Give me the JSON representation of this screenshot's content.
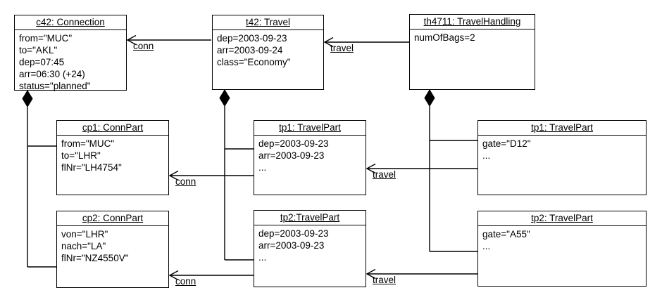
{
  "diagram": {
    "type": "uml-object-diagram",
    "colors": {
      "line": "#000000",
      "background": "#ffffff",
      "box_fill": "#ffffff",
      "text": "#000000"
    },
    "objects": {
      "c42": {
        "title": "c42: Connection",
        "attrs": [
          "from=\"MUC\"",
          "to=\"AKL\"",
          "dep=07:45",
          "arr=06:30 (+24)",
          "status=\"planned\""
        ]
      },
      "t42": {
        "title": "t42: Travel",
        "attrs": [
          "dep=2003-09-23",
          "arr=2003-09-24",
          "class=\"Economy\""
        ]
      },
      "th4711": {
        "title": "th4711: TravelHandling",
        "attrs": [
          "numOfBags=2"
        ]
      },
      "cp1": {
        "title": "cp1: ConnPart",
        "attrs": [
          "from=\"MUC\"",
          "to=\"LHR\"",
          "flNr=\"LH4754\""
        ]
      },
      "tp1_center": {
        "title": "tp1: TravelPart",
        "attrs": [
          "dep=2003-09-23",
          "arr=2003-09-23",
          "..."
        ]
      },
      "tp1_right": {
        "title": "tp1: TravelPart",
        "attrs": [
          "gate=\"D12\"",
          "..."
        ]
      },
      "cp2": {
        "title": "cp2: ConnPart",
        "attrs": [
          "von=\"LHR\"",
          "nach=\"LA\"",
          "flNr=\"NZ4550V\""
        ]
      },
      "tp2_center": {
        "title": "tp2:TravelPart",
        "attrs": [
          "dep=2003-09-23",
          "arr=2003-09-23",
          "..."
        ]
      },
      "tp2_right": {
        "title": "tp2: TravelPart",
        "attrs": [
          "gate=\"A55\"",
          "..."
        ]
      }
    },
    "edges": {
      "conn_top": {
        "label": "conn",
        "from": "t42",
        "to": "c42",
        "type": "arrow"
      },
      "travel_top": {
        "label": "travel",
        "from": "th4711",
        "to": "t42",
        "type": "arrow"
      },
      "conn_mid": {
        "label": "conn",
        "from": "tp1_center",
        "to": "cp1",
        "type": "arrow"
      },
      "travel_mid": {
        "label": "travel",
        "from": "tp1_right",
        "to": "tp1_center",
        "type": "arrow"
      },
      "conn_bot": {
        "label": "conn",
        "from": "tp2_center",
        "to": "cp2",
        "type": "arrow"
      },
      "travel_bot": {
        "label": "travel",
        "from": "tp2_right",
        "to": "tp2_center",
        "type": "arrow"
      },
      "c42_parts": {
        "type": "composition",
        "owner": "c42",
        "parts": [
          "cp1",
          "cp2"
        ]
      },
      "t42_parts": {
        "type": "composition",
        "owner": "t42",
        "parts": [
          "tp1_center",
          "tp2_center"
        ]
      },
      "th4711_parts": {
        "type": "composition",
        "owner": "th4711",
        "parts": [
          "tp1_right",
          "tp2_right"
        ]
      }
    }
  }
}
